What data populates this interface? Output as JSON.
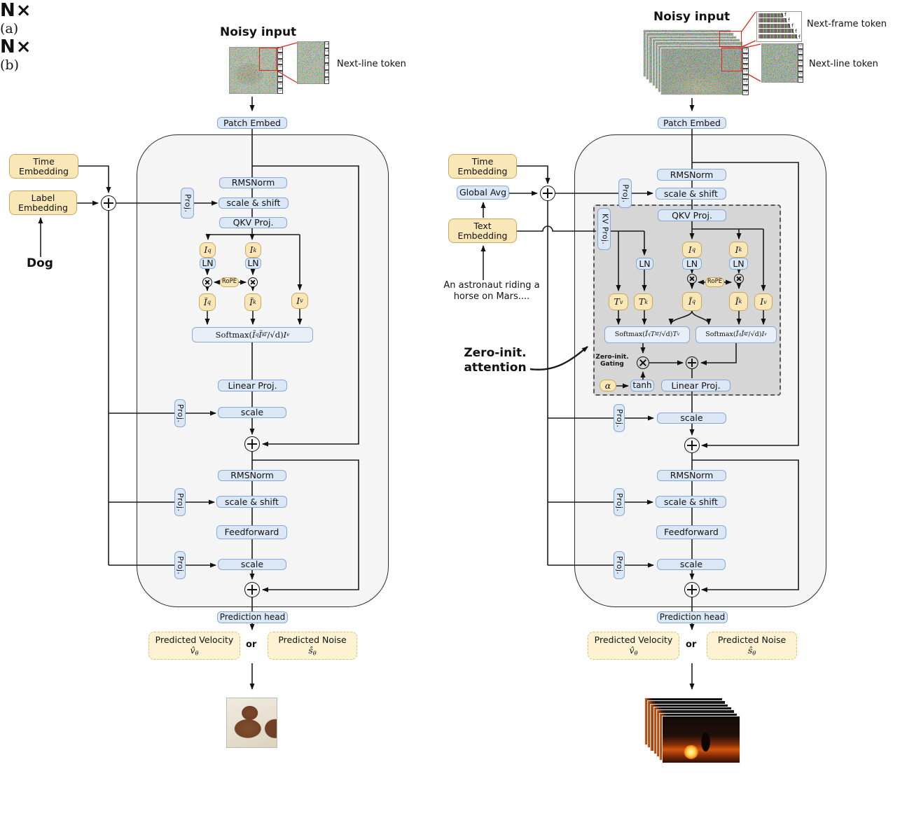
{
  "colors": {
    "blue_fill": "#DCE7F6",
    "blue_border": "#85A9D6",
    "yellow_fill": "#FAE7B8",
    "yellow_border": "#C9A85C",
    "block_fill": "#F5F5F5",
    "dashed_attention_fill": "#D6D6D6",
    "output_fill": "#FDF3D3",
    "output_border": "#DCBE6E",
    "accent_red": "#DB2B1D"
  },
  "panel_a": {
    "caption": "(a)",
    "input": {
      "title": "Noisy input",
      "next_line_label": "Next-line token",
      "token_glyph": "\\n",
      "token_count_img": 8,
      "token_count_zoom": 6
    },
    "patch_embed": "Patch Embed",
    "repeat_label": "N×",
    "cond": {
      "time_embedding": "Time Embedding",
      "label_embedding": "Label Embedding",
      "class_label": "Dog",
      "proj": "Proj."
    },
    "block": {
      "rmsnorm1": "RMSNorm",
      "scale_shift1": "scale & shift",
      "qkv_proj": "QKV Proj.",
      "ln": "LN",
      "rope": "RoPE",
      "i_q": [
        [
          "i",
          "I"
        ],
        [
          "s",
          "q"
        ]
      ],
      "i_k": [
        [
          "i",
          "I"
        ],
        [
          "s",
          "k"
        ]
      ],
      "i_v": [
        [
          "i",
          "I"
        ],
        [
          "s",
          "v"
        ]
      ],
      "i_q_t": [
        [
          "i",
          "Ĩ"
        ],
        [
          "s",
          "q"
        ]
      ],
      "i_k_t": [
        [
          "i",
          "Ĩ"
        ],
        [
          "s",
          "k"
        ]
      ],
      "softmax": [
        [
          "n",
          "Softmax("
        ],
        [
          "i",
          "Ĩ"
        ],
        [
          "s",
          "q"
        ],
        [
          "i",
          "Ĩ"
        ],
        [
          "s",
          "k"
        ],
        [
          "p",
          "T"
        ],
        [
          "n",
          "/√d"
        ],
        [
          "n",
          ")"
        ],
        [
          "i",
          "I"
        ],
        [
          "s",
          "v"
        ]
      ],
      "linear_proj": "Linear Proj.",
      "scale1": "scale",
      "rmsnorm2": "RMSNorm",
      "scale_shift2": "scale & shift",
      "feedforward": "Feedforward",
      "scale2": "scale"
    },
    "prediction_head": "Prediction head",
    "outputs": {
      "velocity_title": "Predicted Velocity",
      "velocity_symbol": [
        [
          "i",
          "v̂"
        ],
        [
          "s",
          "θ"
        ]
      ],
      "or_label": "or",
      "noise_title": "Predicted Noise",
      "noise_symbol": [
        [
          "i",
          "ŝ"
        ],
        [
          "s",
          "θ"
        ]
      ]
    }
  },
  "panel_b": {
    "caption": "(b)",
    "input": {
      "title": "Noisy input",
      "next_frame_label": "Next-frame token",
      "next_line_label": "Next-line token",
      "frame_token_glyph": "\\f",
      "frame_token_rows": 5,
      "line_token_glyph": "\\n",
      "frame_count": 7,
      "token_count_img": 9,
      "token_count_zoom": 7
    },
    "patch_embed": "Patch Embed",
    "repeat_label": "N×",
    "cond": {
      "time_embedding": "Time Embedding",
      "global_avg": "Global Avg",
      "text_embedding": "Text Embedding",
      "prompt": "An astronaut riding a horse on Mars....",
      "proj": "Proj.",
      "kv_proj": "KV Proj."
    },
    "zero_init_attention": "Zero-init. attention",
    "block": {
      "rmsnorm1": "RMSNorm",
      "scale_shift1": "scale & shift",
      "qkv_proj": "QKV Proj.",
      "ln": "LN",
      "rope": "RoPE",
      "t_v": [
        [
          "i",
          "T"
        ],
        [
          "s",
          "v"
        ]
      ],
      "t_k": [
        [
          "i",
          "T"
        ],
        [
          "s",
          "k"
        ]
      ],
      "i_q": [
        [
          "i",
          "I"
        ],
        [
          "s",
          "q"
        ]
      ],
      "i_k": [
        [
          "i",
          "I"
        ],
        [
          "s",
          "k"
        ]
      ],
      "i_v": [
        [
          "i",
          "I"
        ],
        [
          "s",
          "v"
        ]
      ],
      "i_q_t": [
        [
          "i",
          "Ĩ"
        ],
        [
          "s",
          "q"
        ]
      ],
      "i_k_t": [
        [
          "i",
          "Ĩ"
        ],
        [
          "s",
          "k"
        ]
      ],
      "softmax_text": [
        [
          "n",
          "Softmax("
        ],
        [
          "i",
          "Ĩ"
        ],
        [
          "s",
          "q"
        ],
        [
          "i",
          "T"
        ],
        [
          "s",
          "k"
        ],
        [
          "p",
          "T"
        ],
        [
          "n",
          "/√d"
        ],
        [
          "n",
          ")"
        ],
        [
          "i",
          "T"
        ],
        [
          "s",
          "v"
        ]
      ],
      "softmax_image": [
        [
          "n",
          "Softmax("
        ],
        [
          "i",
          "Ĩ"
        ],
        [
          "s",
          "q"
        ],
        [
          "i",
          "Ĩ"
        ],
        [
          "s",
          "k"
        ],
        [
          "p",
          "T"
        ],
        [
          "n",
          "/√d"
        ],
        [
          "n",
          ")"
        ],
        [
          "i",
          "I"
        ],
        [
          "s",
          "v"
        ]
      ],
      "zero_init_gating": "Zero-init. Gating",
      "alpha": [
        [
          "i",
          "α"
        ]
      ],
      "tanh": "tanh",
      "linear_proj": "Linear Proj.",
      "scale1": "scale",
      "rmsnorm2": "RMSNorm",
      "scale_shift2": "scale & shift",
      "feedforward": "Feedforward",
      "scale2": "scale"
    },
    "prediction_head": "Prediction head",
    "outputs": {
      "velocity_title": "Predicted Velocity",
      "velocity_symbol": [
        [
          "i",
          "v̂"
        ],
        [
          "s",
          "θ"
        ]
      ],
      "or_label": "or",
      "noise_title": "Predicted Noise",
      "noise_symbol": [
        [
          "i",
          "ŝ"
        ],
        [
          "s",
          "θ"
        ]
      ]
    }
  }
}
